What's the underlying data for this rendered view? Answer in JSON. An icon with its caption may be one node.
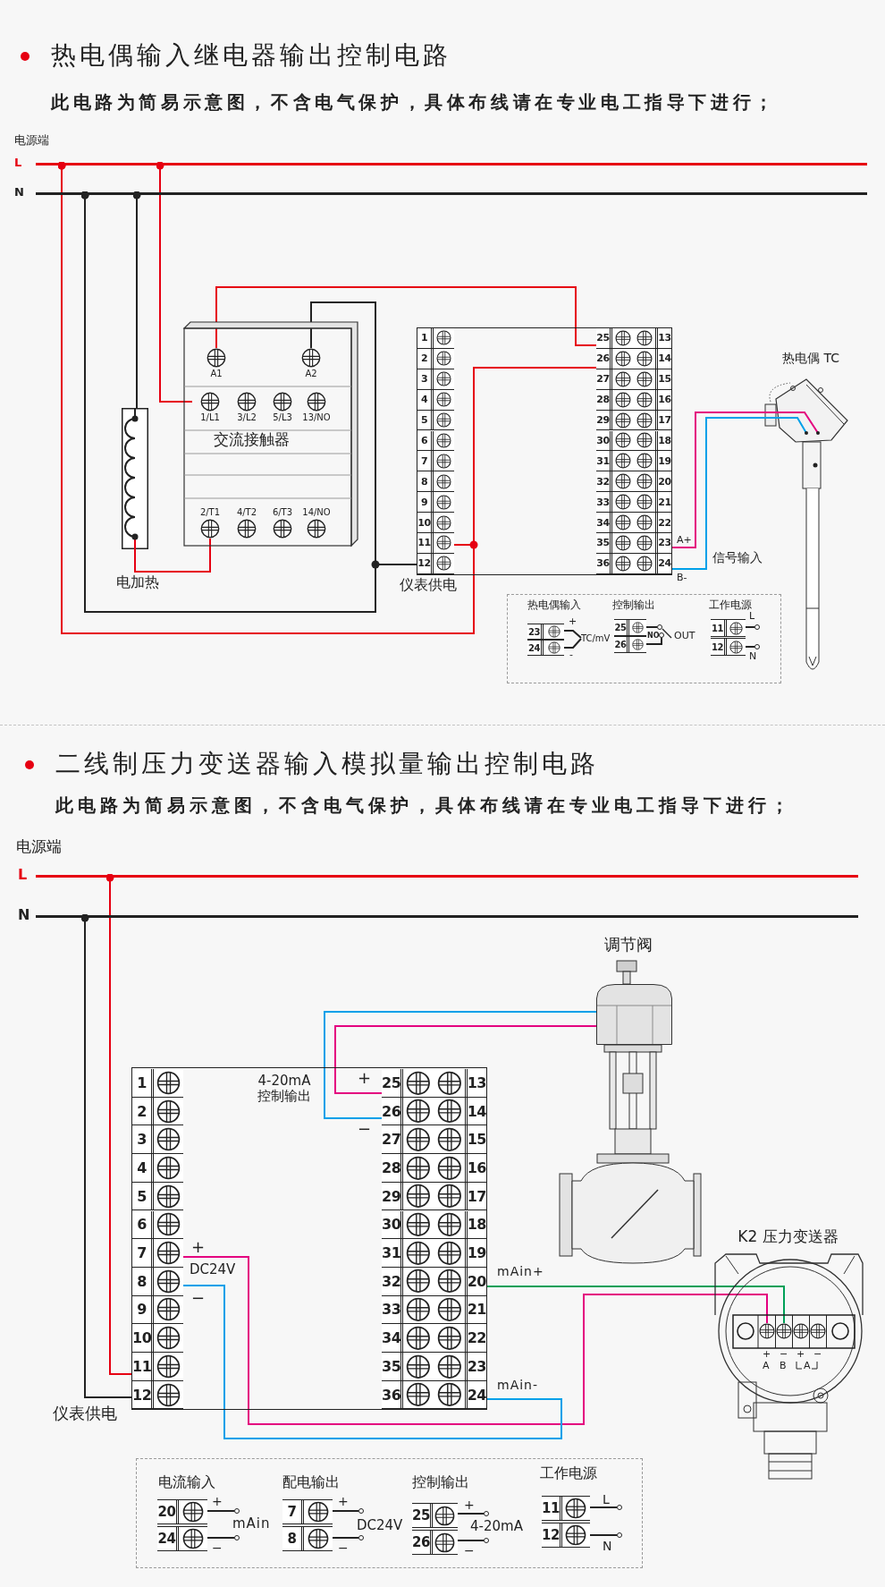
{
  "diagram": {
    "nodes": [
      {
        "text": [],
        "shape": "bar",
        "beside": [
          "L"
        ]
      },
      {
        "text": [],
        "shape": "bar",
        "beside": [
          "N"
        ]
      },
      {
        "text": [
          "交流接触器"
        ]
      },
      {
        "text": [
          "A1"
        ],
        "in": 2
      },
      {
        "text": [
          "A2"
        ],
        "in": 2
      },
      {
        "text": [
          "1/L1"
        ],
        "in": 2
      },
      {
        "text": [
          "3/L2"
        ],
        "in": 2
      },
      {
        "text": [
          "5/L3"
        ],
        "in": 2
      },
      {
        "text": [
          "13/NO"
        ],
        "in": 2
      },
      {
        "text": [
          "2/T1"
        ],
        "in": 2
      },
      {
        "text": [
          "4/T2"
        ],
        "in": 2
      },
      {
        "text": [
          "6/T3"
        ],
        "in": 2
      },
      {
        "text": [
          "14/NO"
        ],
        "in": 2
      },
      {
        "text": [],
        "shape": "picture",
        "beside": [
          "电加热"
        ]
      },
      {
        "text": [],
        "shape": "box",
        "beside": [
          "仪表供电"
        ]
      },
      {
        "text": [
          "1"
        ],
        "in": 14
      },
      {
        "text": [
          "2"
        ],
        "in": 14
      },
      {
        "text": [
          "3"
        ],
        "in": 14
      },
      {
        "text": [
          "4"
        ],
        "in": 14
      },
      {
        "text": [
          "5"
        ],
        "in": 14
      },
      {
        "text": [
          "6"
        ],
        "in": 14
      },
      {
        "text": [
          "7"
        ],
        "in": 14
      },
      {
        "text": [
          "8"
        ],
        "in": 14
      },
      {
        "text": [
          "9"
        ],
        "in": 14
      },
      {
        "text": [
          "10"
        ],
        "in": 14
      },
      {
        "text": [
          "11"
        ],
        "in": 14
      },
      {
        "text": [
          "12"
        ],
        "in": 14
      },
      {
        "text": [
          "25"
        ],
        "in": 14
      },
      {
        "text": [
          "26"
        ],
        "in": 14
      },
      {
        "text": [
          "27"
        ],
        "in": 14
      },
      {
        "text": [
          "28"
        ],
        "in": 14
      },
      {
        "text": [
          "29"
        ],
        "in": 14
      },
      {
        "text": [
          "30"
        ],
        "in": 14
      },
      {
        "text": [
          "31"
        ],
        "in": 14
      },
      {
        "text": [
          "32"
        ],
        "in": 14
      },
      {
        "text": [
          "33"
        ],
        "in": 14
      },
      {
        "text": [
          "34"
        ],
        "in": 14
      },
      {
        "text": [
          "35"
        ],
        "in": 14
      },
      {
        "text": [
          "36"
        ],
        "in": 14
      },
      {
        "text": [
          "13"
        ],
        "in": 14
      },
      {
        "text": [
          "14"
        ],
        "in": 14
      },
      {
        "text": [
          "15"
        ],
        "in": 14
      },
      {
        "text": [
          "16"
        ],
        "in": 14
      },
      {
        "text": [
          "17"
        ],
        "in": 14
      },
      {
        "text": [
          "18"
        ],
        "in": 14
      },
      {
        "text": [
          "19"
        ],
        "in": 14
      },
      {
        "text": [
          "20"
        ],
        "in": 14
      },
      {
        "text": [
          "21"
        ],
        "in": 14
      },
      {
        "text": [
          "22"
        ],
        "in": 14
      },
      {
        "text": [
          "23"
        ],
        "in": 14
      },
      {
        "text": [
          "24"
        ],
        "in": 14
      },
      {
        "text": [
          "热电偶 TC"
        ]
      },
      {
        "text": [],
        "shape": "box"
      },
      {
        "text": [
          "23"
        ],
        "in": 52
      },
      {
        "text": [
          "24"
        ],
        "in": 52
      },
      {
        "text": [
          "25"
        ],
        "in": 52
      },
      {
        "text": [
          "26"
        ],
        "in": 52
      },
      {
        "text": [
          "11"
        ],
        "in": 52
      },
      {
        "text": [
          "12"
        ],
        "in": 52
      },
      {
        "text": [],
        "shape": "bar",
        "beside": [
          "L"
        ]
      },
      {
        "text": [],
        "shape": "bar",
        "beside": [
          "N"
        ]
      },
      {
        "text": [],
        "shape": "box",
        "beside": [
          "仪表供电"
        ]
      },
      {
        "text": [
          "1"
        ],
        "in": 61
      },
      {
        "text": [
          "2"
        ],
        "in": 61
      },
      {
        "text": [
          "3"
        ],
        "in": 61
      },
      {
        "text": [
          "4"
        ],
        "in": 61
      },
      {
        "text": [
          "5"
        ],
        "in": 61
      },
      {
        "text": [
          "6"
        ],
        "in": 61
      },
      {
        "text": [
          "7"
        ],
        "in": 61
      },
      {
        "text": [
          "8"
        ],
        "in": 61
      },
      {
        "text": [
          "9"
        ],
        "in": 61
      },
      {
        "text": [
          "10"
        ],
        "in": 61
      },
      {
        "text": [
          "11"
        ],
        "in": 61
      },
      {
        "text": [
          "12"
        ],
        "in": 61
      },
      {
        "text": [
          "25"
        ],
        "in": 61
      },
      {
        "text": [
          "26"
        ],
        "in": 61
      },
      {
        "text": [
          "27"
        ],
        "in": 61
      },
      {
        "text": [
          "28"
        ],
        "in": 61
      },
      {
        "text": [
          "29"
        ],
        "in": 61
      },
      {
        "text": [
          "30"
        ],
        "in": 61
      },
      {
        "text": [
          "31"
        ],
        "in": 61
      },
      {
        "text": [
          "32"
        ],
        "in": 61
      },
      {
        "text": [
          "33"
        ],
        "in": 61
      },
      {
        "text": [
          "34"
        ],
        "in": 61
      },
      {
        "text": [
          "35"
        ],
        "in": 61
      },
      {
        "text": [
          "36"
        ],
        "in": 61
      },
      {
        "text": [
          "13"
        ],
        "in": 61
      },
      {
        "text": [
          "14"
        ],
        "in": 61
      },
      {
        "text": [
          "15"
        ],
        "in": 61
      },
      {
        "text": [
          "16"
        ],
        "in": 61
      },
      {
        "text": [
          "17"
        ],
        "in": 61
      },
      {
        "text": [
          "18"
        ],
        "in": 61
      },
      {
        "text": [
          "19"
        ],
        "in": 61
      },
      {
        "text": [
          "20"
        ],
        "in": 61
      },
      {
        "text": [
          "21"
        ],
        "in": 61
      },
      {
        "text": [
          "22"
        ],
        "in": 61
      },
      {
        "text": [
          "23"
        ],
        "in": 61
      },
      {
        "text": [
          "24"
        ],
        "in": 61
      },
      {
        "text": [
          "调节阀"
        ]
      },
      {
        "text": [],
        "shape": "picture",
        "in": 98
      },
      {
        "text": [
          "K2 压力变送器"
        ]
      },
      {
        "text": [],
        "shape": "circle",
        "in": 100
      },
      {
        "text": [],
        "shape": "circle",
        "in": 100
      },
      {
        "text": [],
        "shape": "circle",
        "in": 100
      },
      {
        "text": [],
        "shape": "circle",
        "in": 100
      },
      {
        "text": [],
        "shape": "box"
      },
      {
        "text": [
          "20"
        ],
        "in": 105
      },
      {
        "text": [
          "24"
        ],
        "in": 105
      },
      {
        "text": [
          "7"
        ],
        "in": 105
      },
      {
        "text": [
          "8"
        ],
        "in": 105
      },
      {
        "text": [
          "25"
        ],
        "in": 105
      },
      {
        "text": [
          "26"
        ],
        "in": 105
      },
      {
        "text": [
          "11"
        ],
        "in": 105
      },
      {
        "text": [
          "12"
        ],
        "in": 105
      },
      {
        "text": [
          "TC/mV"
        ],
        "in": 52
      },
      {
        "text": [],
        "shape": "circle",
        "in": 52
      },
      {
        "text": [],
        "shape": "circle",
        "in": 52
      },
      {
        "text": [],
        "shape": "circle",
        "in": 52
      },
      {
        "text": [],
        "shape": "circle",
        "in": 52
      },
      {
        "text": [],
        "shape": "circle",
        "in": 105
      },
      {
        "text": [],
        "shape": "circle",
        "in": 105
      },
      {
        "text": [],
        "shape": "circle",
        "in": 105
      },
      {
        "text": [],
        "shape": "circle",
        "in": 105
      },
      {
        "text": [],
        "shape": "circle",
        "in": 105
      },
      {
        "text": [],
        "shape": "circle",
        "in": 105
      },
      {
        "text": [],
        "shape": "circle",
        "in": 105
      },
      {
        "text": [],
        "shape": "circle",
        "in": 105
      }
    ],
    "edges": [
      {
        "from": 0,
        "to": 25,
        "arrow": "other",
        "color": "#e60012"
      },
      {
        "from": 0,
        "to": 28,
        "arrow": "other",
        "color": "#e60012"
      },
      {
        "from": 0,
        "to": 5,
        "arrow": "other",
        "color": "#e60012"
      },
      {
        "from": 3,
        "to": 27,
        "arrow": "none",
        "color": "#e60012"
      },
      {
        "from": 1,
        "to": 4,
        "arrow": "other"
      },
      {
        "from": 1,
        "to": 26,
        "arrow": "other"
      },
      {
        "from": 1,
        "to": 13,
        "arrow": "other"
      },
      {
        "from": 13,
        "to": 9,
        "arrow": "none",
        "color": "#e60012"
      },
      {
        "from": 49,
        "to": 51,
        "arrow": "none",
        "color": "#e4007f"
      },
      {
        "from": 50,
        "to": 51,
        "arrow": "none",
        "color": "#00a0e9"
      },
      {
        "from": 53,
        "to": 114,
        "arrow": "none"
      },
      {
        "from": 54,
        "to": 114,
        "arrow": "none"
      },
      {
        "from": 55,
        "to": 115,
        "arrow": "none"
      },
      {
        "from": 56,
        "to": 116,
        "arrow": "none"
      },
      {
        "from": 57,
        "to": 117,
        "arrow": "none"
      },
      {
        "from": 58,
        "to": 118,
        "arrow": "none"
      },
      {
        "from": 59,
        "to": 72,
        "arrow": "other",
        "color": "#e60012"
      },
      {
        "from": 60,
        "to": 73,
        "arrow": "other"
      },
      {
        "from": 74,
        "to": 99,
        "arrow": "none",
        "color": "#e4007f"
      },
      {
        "from": 75,
        "to": 99,
        "arrow": "none",
        "color": "#00a0e9"
      },
      {
        "from": 68,
        "to": 101,
        "arrow": "none",
        "color": "#e4007f"
      },
      {
        "from": 93,
        "to": 102,
        "arrow": "none",
        "color": "#00a058"
      },
      {
        "from": 97,
        "to": 69,
        "arrow": "none",
        "color": "#00a0e9"
      },
      {
        "from": 106,
        "to": 119,
        "arrow": "none"
      },
      {
        "from": 107,
        "to": 120,
        "arrow": "none"
      },
      {
        "from": 108,
        "to": 121,
        "arrow": "none"
      },
      {
        "from": 109,
        "to": 122,
        "arrow": "none"
      },
      {
        "from": 110,
        "to": 123,
        "arrow": "none"
      },
      {
        "from": 111,
        "to": 124,
        "arrow": "none"
      },
      {
        "from": 112,
        "to": 125,
        "arrow": "none"
      },
      {
        "from": 113,
        "to": 126,
        "arrow": "none"
      }
    ],
    "labels": [
      "热电偶输入继电器输出控制电路",
      "此电路为简易示意图，不含电气保护，具体布线请在专业电工指导下进行；",
      "电源端",
      "A+",
      "B-",
      "信号输入",
      "热电偶输入",
      "+",
      "-",
      "控制输出",
      "NO",
      "OUT",
      "工作电源",
      "L",
      "N",
      "二线制压力变送器输入模拟量输出控制电路",
      "此电路为简易示意图，不含电气保护，具体布线请在专业电工指导下进行；",
      "电源端",
      "4-20mA 控制输出",
      "+",
      "−",
      "+",
      "DC24V",
      "−",
      "mAin+",
      "mAin-",
      "+",
      "A",
      "−",
      "B",
      "+",
      "−",
      "A",
      "电流输入",
      "+",
      "mAin",
      "−",
      "配电输出",
      "+",
      "DC24V",
      "−",
      "控制输出",
      "+",
      "4-20mA",
      "−",
      "工作电源",
      "L",
      "N"
    ]
  }
}
